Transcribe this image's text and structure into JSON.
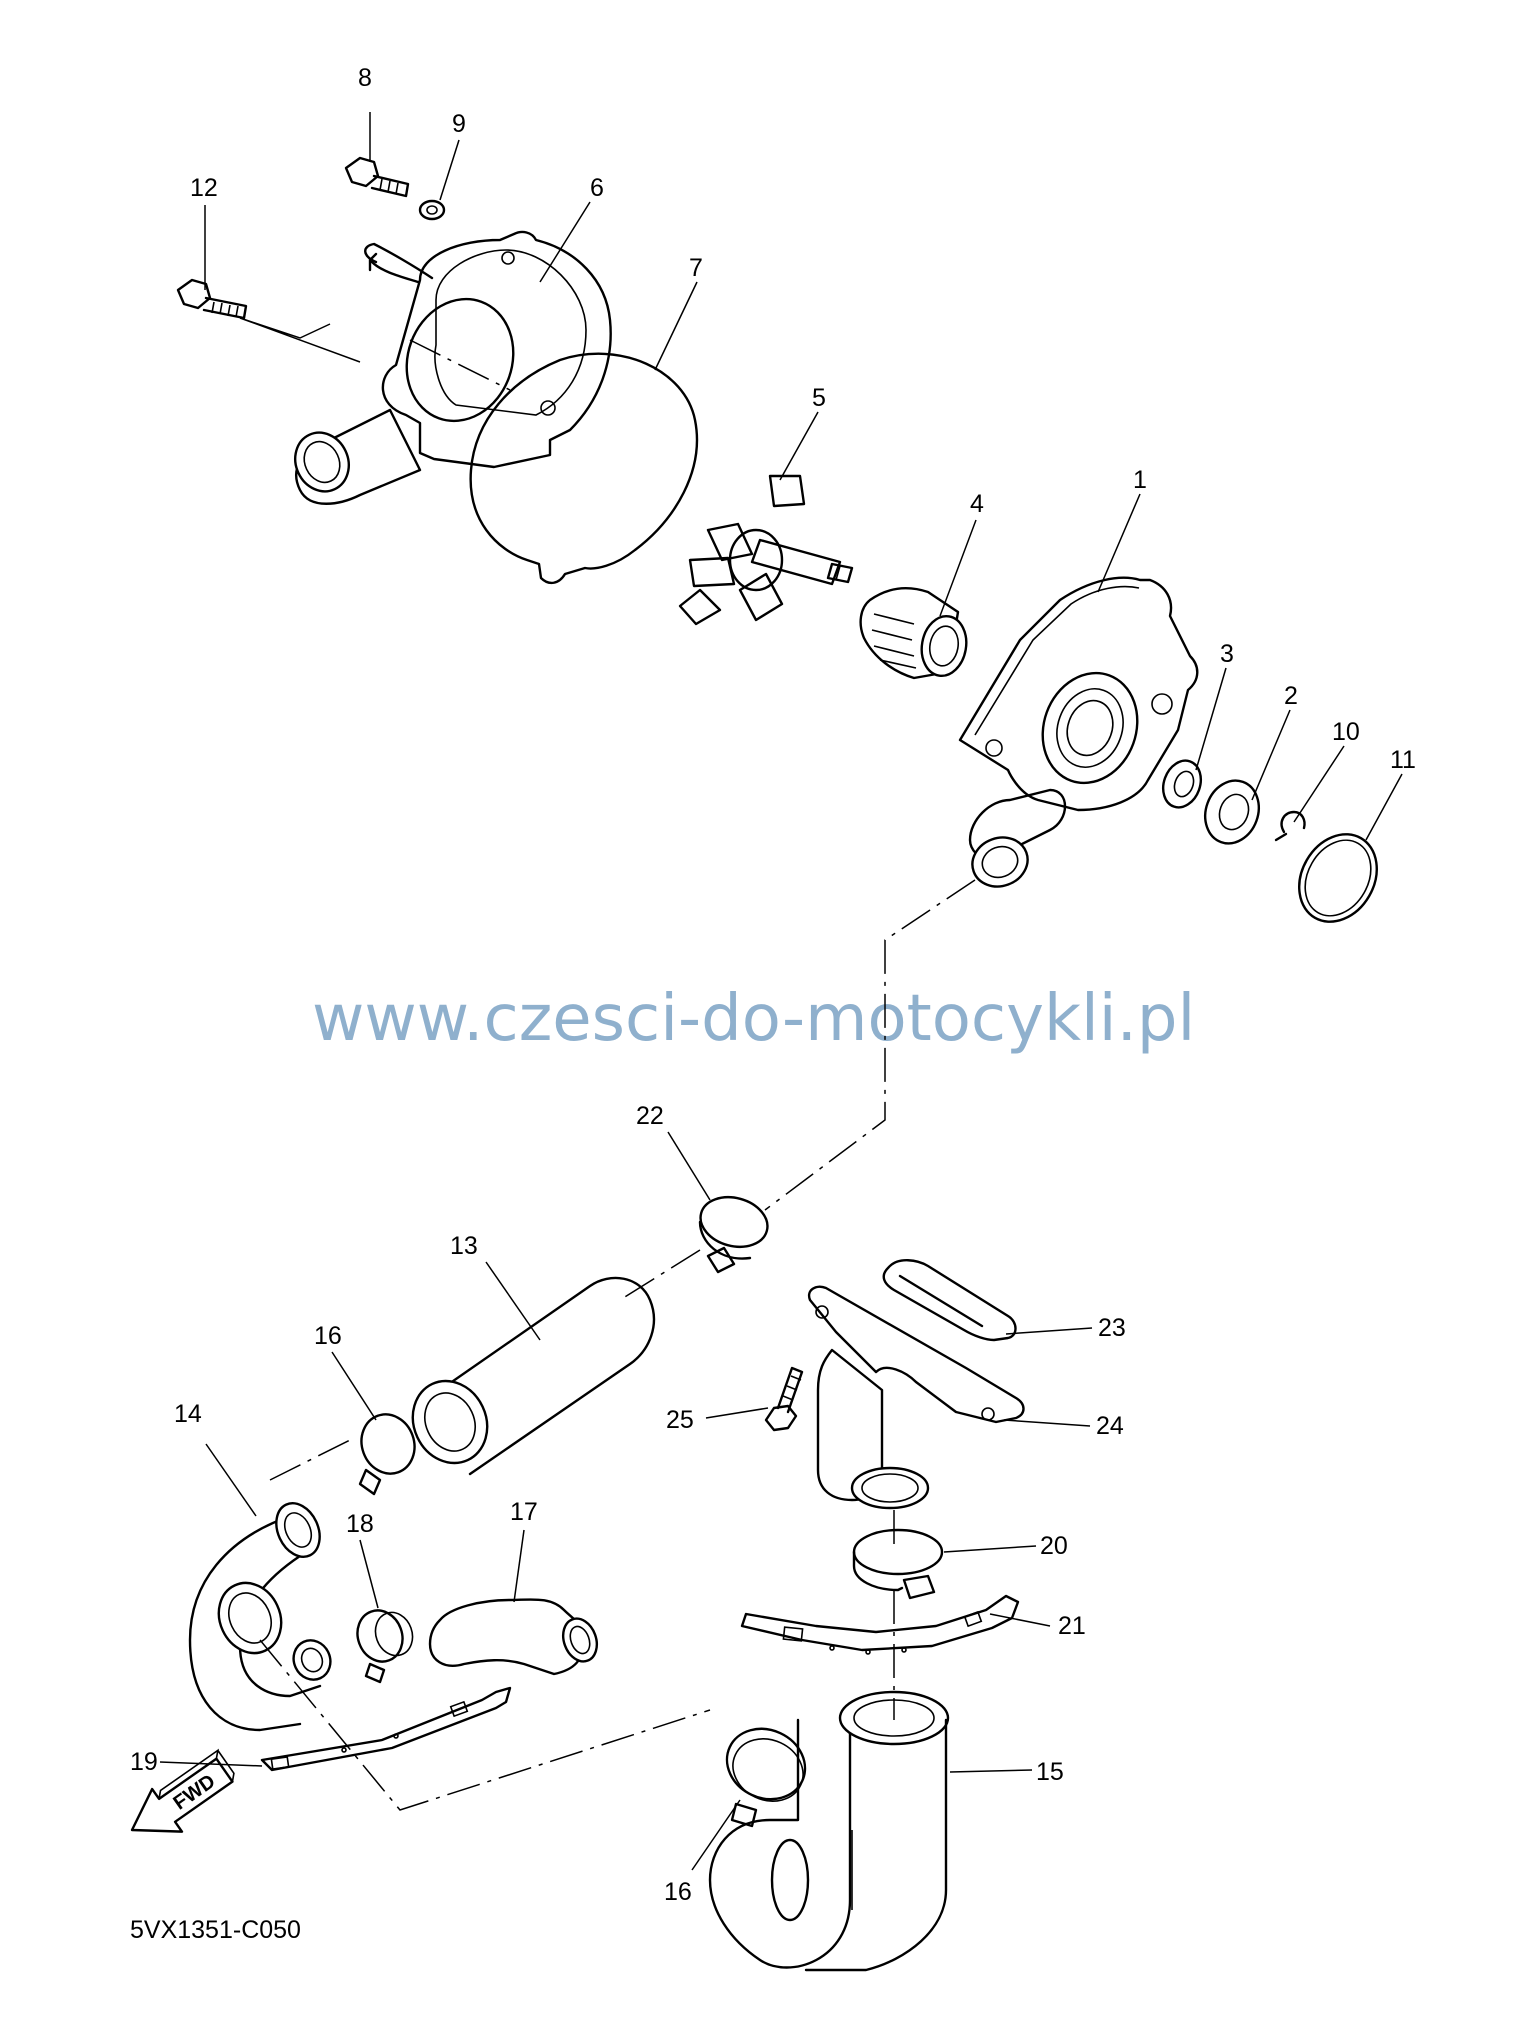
{
  "watermark": "www.czesci-do-motocykli.pl",
  "diagram_code": "5VX1351-C050",
  "fwd_label": "FWD",
  "callouts": {
    "c1": "1",
    "c2": "2",
    "c3": "3",
    "c4": "4",
    "c5": "5",
    "c6": "6",
    "c7": "7",
    "c8": "8",
    "c9": "9",
    "c10": "10",
    "c11": "11",
    "c12": "12",
    "c13": "13",
    "c14": "14",
    "c15": "15",
    "c16a": "16",
    "c16b": "16",
    "c17": "17",
    "c18": "18",
    "c19": "19",
    "c20": "20",
    "c21": "21",
    "c22": "22",
    "c23": "23",
    "c24": "24",
    "c25": "25"
  },
  "icons": {
    "fwd_arrow": "fwd-arrow-icon"
  }
}
